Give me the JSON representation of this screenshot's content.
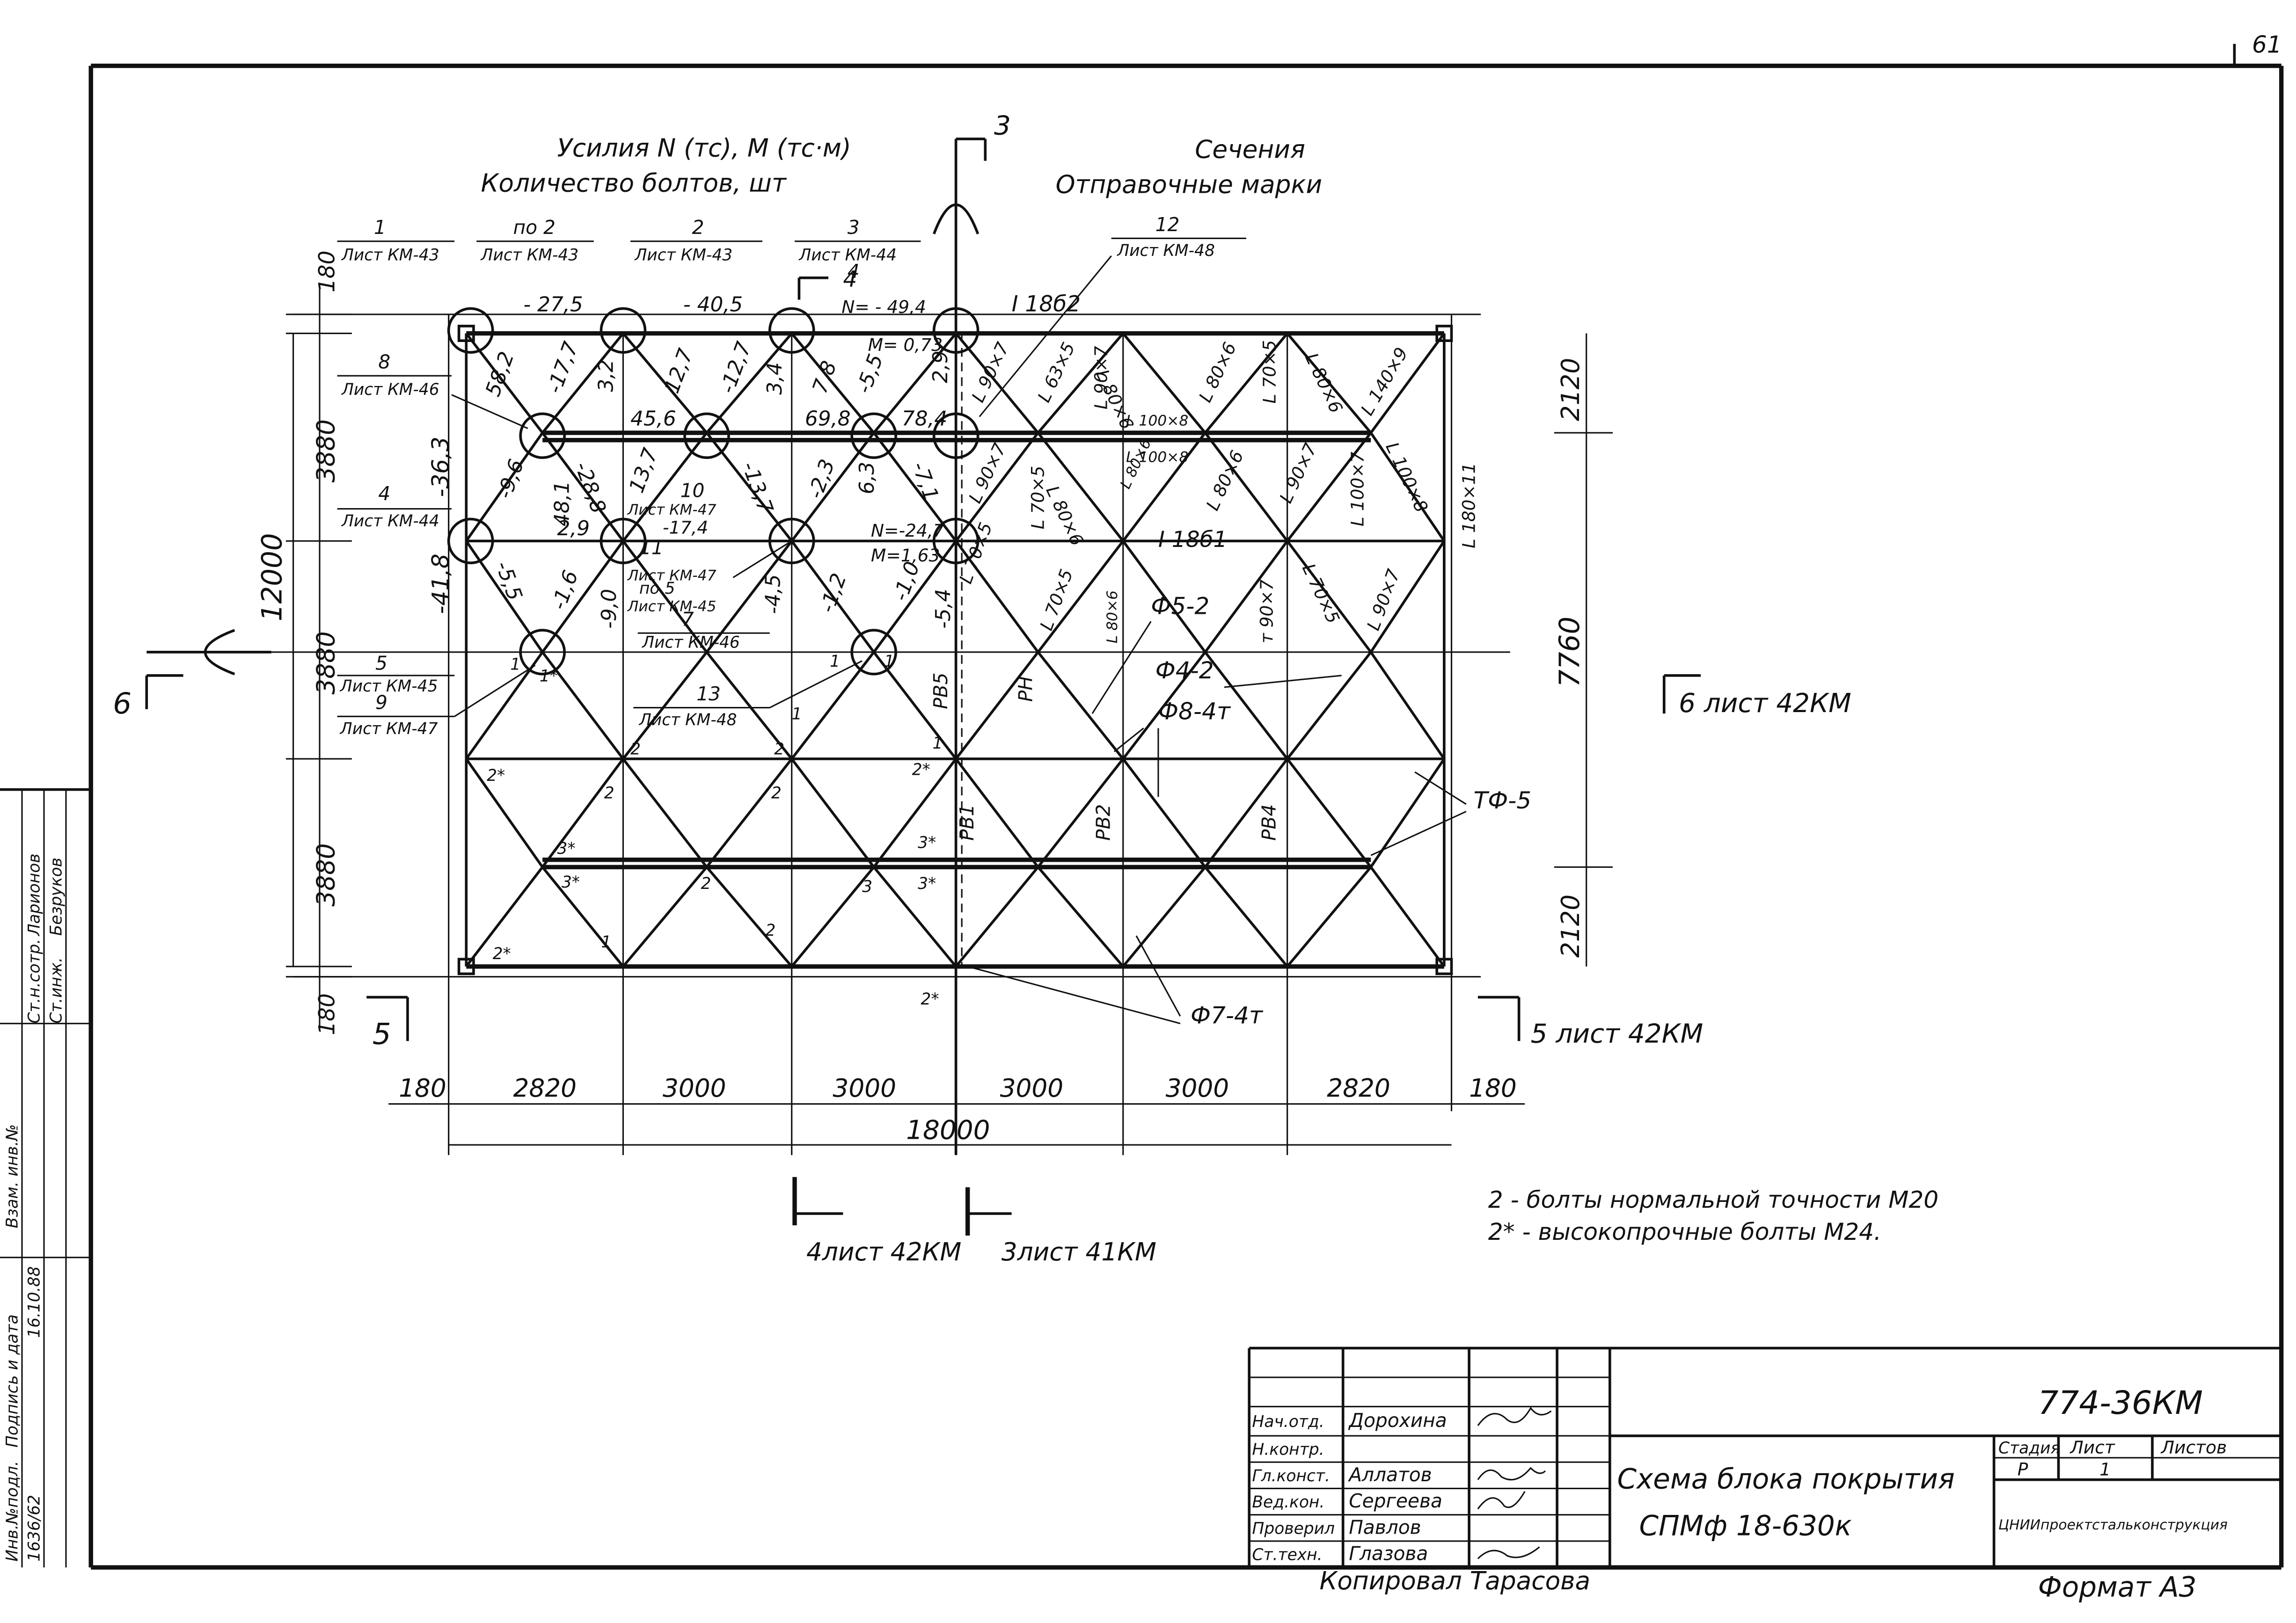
{
  "sheet_number": "61",
  "headings": {
    "forces": "Усилия N (тс), M (тс·м)",
    "bolts": "Количество болтов, шт",
    "sections": "Сечения",
    "marks": "Отправочные марки"
  },
  "callouts": [
    {
      "num": "1",
      "ref": "Лист КМ-43"
    },
    {
      "num": "по 2",
      "ref": "Лист КМ-43"
    },
    {
      "num": "2",
      "ref": "Лист КМ-43"
    },
    {
      "num": "3",
      "ref": "Лист КМ-44"
    },
    {
      "num": "4",
      "ref": ""
    },
    {
      "num": "12",
      "ref": "Лист КМ-48"
    },
    {
      "num": "8",
      "ref": "Лист КМ-46"
    },
    {
      "num": "4",
      "ref": "Лист КМ-44"
    },
    {
      "num": "10",
      "ref": "Лист КМ-47"
    },
    {
      "num": "11",
      "ref": "Лист КМ-47"
    },
    {
      "num": "по 5",
      "ref": "Лист КМ-45"
    },
    {
      "num": "7",
      "ref": "Лист КМ-46"
    },
    {
      "num": "5",
      "ref": "Лист КМ-45"
    },
    {
      "num": "9",
      "ref": "Лист КМ-47"
    },
    {
      "num": "13",
      "ref": "Лист КМ-48"
    }
  ],
  "forces": {
    "top_chord": [
      "- 27,5",
      "- 40,5",
      "N= - 49,4",
      "M= 0,73"
    ],
    "mid_chord": [
      "45,6",
      "69,8",
      "78,4",
      "2,9",
      "-17,4",
      "N=-24,7",
      "M=1,63"
    ],
    "diagonals": [
      "58,2",
      "-17,7",
      "3,2",
      "12,7",
      "-12,7",
      "3,4",
      "7,8",
      "-5,5",
      "2,9",
      "-36,3",
      "-9,6",
      "-28,8",
      "48,1",
      "13,7",
      "-13,7",
      "-2,3",
      "6,3",
      "-7,1",
      "-41,8",
      "-5,5",
      "-1,6",
      "-9,0",
      "-4,5",
      "-1,2",
      "-1,0",
      "-5,4"
    ]
  },
  "sections": {
    "top_chord": "I 18б2",
    "mid_chord": "I 18б1",
    "angles": [
      "L 90×7",
      "L 63×5",
      "L 90×7",
      "L 80×6",
      "L 80×6",
      "L 70×5",
      "L 80×6",
      "L 140×9",
      "L 100×8",
      "L 100×8",
      "L 80×6",
      "L 80×6",
      "L 90×7",
      "L 70×5",
      "L 80×6",
      "L 90×7",
      "L 100×7",
      "L 100×8",
      "L 180×11",
      "L 70×5",
      "L 70×5",
      "L 80×6",
      "т 90×7",
      "L 70×5",
      "L 90×7",
      "L 100×8"
    ],
    "braces": [
      "РВ5",
      "РН",
      "РВ1",
      "РВ2",
      "РВ4"
    ],
    "stays": [
      "Ф5-2",
      "Ф4-2",
      "Ф8-4т",
      "ТФ-5",
      "Ф7-4т"
    ]
  },
  "bolt_marks": [
    "1",
    "2*",
    "1*",
    "2",
    "2",
    "1",
    "2*",
    "3*",
    "3*",
    "2*",
    "2",
    "3",
    "3*",
    "1",
    "2*",
    "2",
    "2",
    "3*",
    "2",
    "1",
    "1",
    "1"
  ],
  "dimensions": {
    "vertical_left": [
      "180",
      "3880",
      "12000",
      "3880",
      "3880",
      "180"
    ],
    "vertical_right": [
      "2120",
      "7760",
      "2120"
    ],
    "horizontal": [
      "180",
      "2820",
      "3000",
      "3000",
      "3000",
      "3000",
      "2820",
      "180"
    ],
    "total": "18000"
  },
  "section_marks": {
    "s3": "3",
    "s4": "4",
    "s6": "6",
    "s6_ref": "6 лист 42КМ",
    "s5": "5",
    "s5_ref": "5 лист 42КМ",
    "s4_ref": "4лист 42КМ",
    "s3_ref": "3лист 41КМ"
  },
  "notes": [
    "2 - болты нормальной точности М20",
    "2* - высокопрочные болты М24."
  ],
  "title_block": {
    "code": "774-36КМ",
    "title_line1": "Схема блока покрытия",
    "title_line2": "СПМф 18-630к",
    "stage_label": "Стадия",
    "sheet_label": "Лист",
    "sheets_label": "Листов",
    "stage": "Р",
    "sheet": "1",
    "org": "ЦНИИпроектстальконструкция",
    "format": "Формат А3",
    "copied": "Копировал Тарасова",
    "staff": [
      {
        "role": "Нач.отд.",
        "name": "Дорохина"
      },
      {
        "role": "Н.контр.",
        "name": ""
      },
      {
        "role": "Гл.конст.",
        "name": "Аллатов"
      },
      {
        "role": "Вед.кон.",
        "name": "Сергеева"
      },
      {
        "role": "Проверил",
        "name": "Павлов"
      },
      {
        "role": "Ст.техн.",
        "name": "Глазова"
      }
    ]
  },
  "side_stamp": {
    "col1": [
      "Инв.№подл.",
      "1636/62"
    ],
    "col2": [
      "Подпись и дата",
      "16.10.88"
    ],
    "col3": [
      "Взам. инв.№",
      "Ст.н.сотр.",
      "Ст.инж."
    ],
    "col4": [
      "Ларионов",
      "Безруков"
    ]
  }
}
